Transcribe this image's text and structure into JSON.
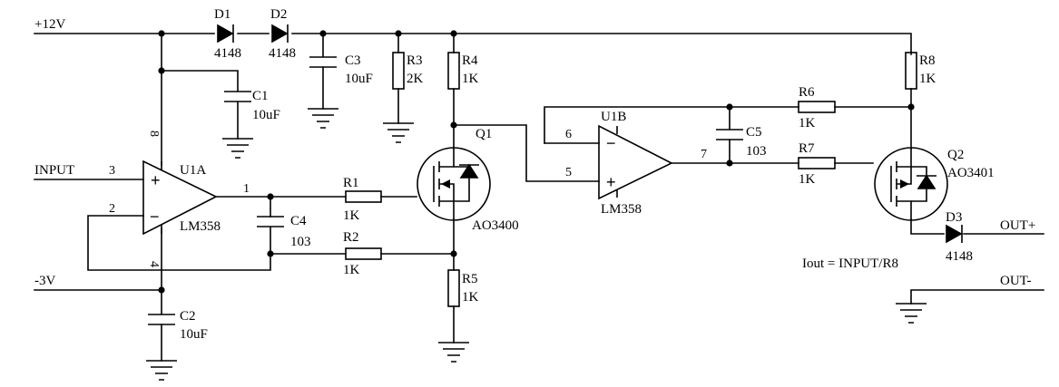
{
  "nets": {
    "vcc": "+12V",
    "vee": "-3V",
    "input": "INPUT",
    "out_pos": "OUT+",
    "out_neg": "OUT-"
  },
  "parts": {
    "d1": {
      "ref": "D1",
      "value": "4148"
    },
    "d2": {
      "ref": "D2",
      "value": "4148"
    },
    "d3": {
      "ref": "D3",
      "value": "4148"
    },
    "c1": {
      "ref": "C1",
      "value": "10uF"
    },
    "c2": {
      "ref": "C2",
      "value": "10uF"
    },
    "c3": {
      "ref": "C3",
      "value": "10uF"
    },
    "c4": {
      "ref": "C4",
      "value": "103"
    },
    "c5": {
      "ref": "C5",
      "value": "103"
    },
    "r1": {
      "ref": "R1",
      "value": "1K"
    },
    "r2": {
      "ref": "R2",
      "value": "1K"
    },
    "r3": {
      "ref": "R3",
      "value": "2K"
    },
    "r4": {
      "ref": "R4",
      "value": "1K"
    },
    "r5": {
      "ref": "R5",
      "value": "1K"
    },
    "r6": {
      "ref": "R6",
      "value": "1K"
    },
    "r7": {
      "ref": "R7",
      "value": "1K"
    },
    "r8": {
      "ref": "R8",
      "value": "1K"
    },
    "u1a": {
      "ref": "U1A",
      "value": "LM358"
    },
    "u1b": {
      "ref": "U1B",
      "value": "LM358"
    },
    "q1": {
      "ref": "Q1",
      "value": "AO3400"
    },
    "q2": {
      "ref": "Q2",
      "value": "AO3401"
    }
  },
  "pins": {
    "u1a_in_pos": "3",
    "u1a_in_neg": "2",
    "u1a_out": "1",
    "u1a_vcc": "8",
    "u1a_vee": "4",
    "u1b_in_neg": "6",
    "u1b_in_pos": "5",
    "u1b_out": "7"
  },
  "op_signs": {
    "plus": "+",
    "minus": "−"
  },
  "formula": "Iout = INPUT/R8"
}
